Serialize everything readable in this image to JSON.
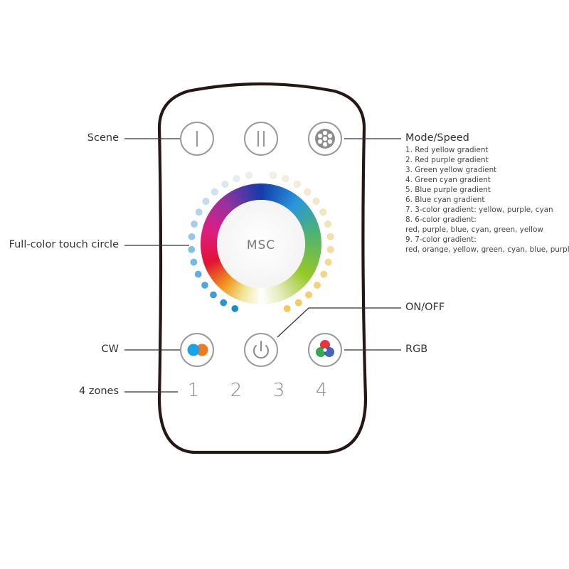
{
  "labels": {
    "scene": "Scene",
    "full_color": "Full-color touch circle",
    "cw": "CW",
    "zones": "4 zones",
    "on_off": "ON/OFF",
    "rgb": "RGB"
  },
  "mode_speed": {
    "title": "Mode/Speed",
    "items": [
      "1. Red yellow gradient",
      "2. Red purple gradient",
      "3. Green yellow gradient",
      "4. Green cyan gradient",
      "5. Blue purple gradient",
      "6. Blue cyan gradient",
      "7. 3-color gradient: yellow, purple, cyan",
      "8. 6-color gradient:",
      "red, purple, blue, cyan, green, yellow",
      "9. 7-color gradient:",
      "red, orange, yellow, green, cyan, blue, purple"
    ]
  },
  "remote": {
    "logo": "MSC",
    "scene_1": "I",
    "scene_2": "II",
    "zone_keys": [
      "1",
      "2",
      "3",
      "4"
    ]
  },
  "icons": {
    "scene1": "scene-1-icon",
    "scene2": "scene-2-icon",
    "mode": "mode-speed-icon",
    "power": "power-icon",
    "cw": "cw-icon",
    "rgb": "rgb-icon"
  },
  "colors": {
    "outline": "#231815",
    "button_ring": "#9a9a9a",
    "leader_line": "#333333",
    "cw_cool": "#1aa3e8",
    "cw_warm": "#f07a1e",
    "rgb_red": "#e8212b",
    "rgb_green": "#1f9a3a",
    "rgb_blue": "#2a4fb5"
  }
}
